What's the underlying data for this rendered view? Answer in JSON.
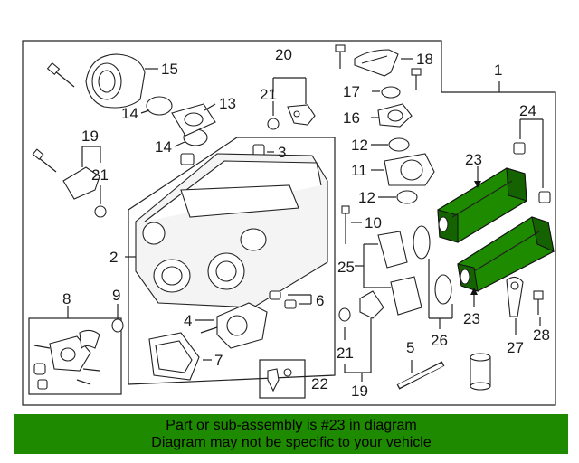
{
  "callouts": {
    "c1": "1",
    "c2": "2",
    "c3": "3",
    "c4": "4",
    "c5": "5",
    "c6": "6",
    "c7": "7",
    "c8": "8",
    "c9": "9",
    "c10": "10",
    "c11": "11",
    "c12a": "12",
    "c12b": "12",
    "c13": "13",
    "c14a": "14",
    "c14b": "14",
    "c15": "15",
    "c16": "16",
    "c17": "17",
    "c18": "18",
    "c19a": "19",
    "c19b": "19",
    "c20": "20",
    "c21a": "21",
    "c21b": "21",
    "c21c": "21",
    "c22": "22",
    "c23a": "23",
    "c23b": "23",
    "c24": "24",
    "c25": "25",
    "c26": "26",
    "c27": "27",
    "c28": "28"
  },
  "banner": {
    "line1": "Part or sub-assembly is #23 in diagram",
    "line2": "Diagram may not be specific to your vehicle"
  },
  "colors": {
    "highlight": "#1e8a00",
    "banner": "#1e8a00"
  }
}
